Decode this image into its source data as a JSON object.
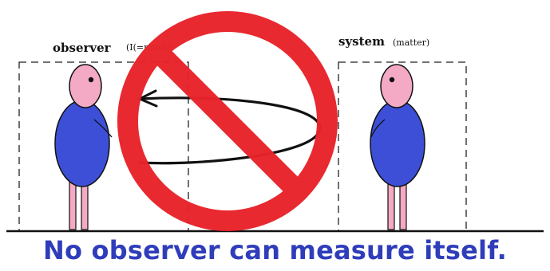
{
  "labels": {
    "observer_label": "observer",
    "observer_note": "(I(=mind))",
    "system_label": "system",
    "system_note": "(matter)"
  },
  "caption": "No observer can measure itself.",
  "colors": {
    "prohibition_red": "#e8232a",
    "body_blue": "#3c4fd6",
    "head_pink": "#f4a9c4",
    "caption_blue": "#2f3dba",
    "outline": "#111111"
  },
  "icons": {
    "prohibition": "no-sign-icon",
    "figure": "stick-figure-icon"
  }
}
